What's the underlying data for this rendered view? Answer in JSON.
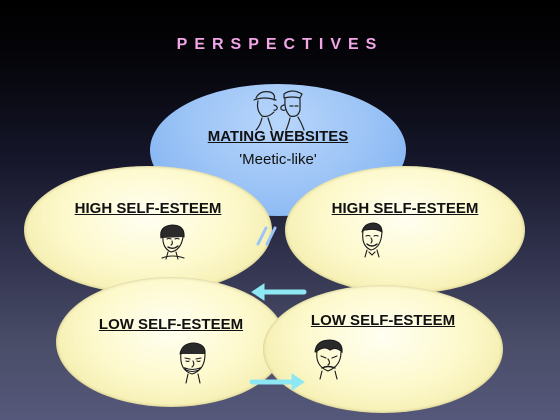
{
  "title": "PERSPECTIVES",
  "center": {
    "label": "MATING WEBSITES",
    "sublabel": "'Meetic-like'",
    "icon": "kissing-couple-icon"
  },
  "nodes": [
    {
      "label": "HIGH SELF-ESTEEM",
      "icon": "woman-smiling-icon"
    },
    {
      "label": "HIGH SELF-ESTEEM",
      "icon": "man-smiling-icon"
    },
    {
      "label": "LOW SELF-ESTEEM",
      "icon": "man-grimacing-icon"
    },
    {
      "label": "LOW SELF-ESTEEM",
      "icon": "man-frowning-icon"
    }
  ],
  "separator": "//",
  "colors": {
    "title": "#f2a6e6",
    "center_fill": "#9cc4f6",
    "node_fill": "#fdf9cc",
    "arrow": "#8ee8f4"
  }
}
